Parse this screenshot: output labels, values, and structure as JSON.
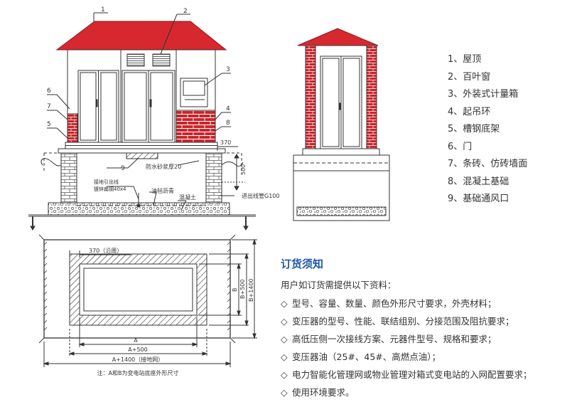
{
  "legend": [
    {
      "num": "1",
      "sep": "、",
      "label": "屋顶"
    },
    {
      "num": "2",
      "sep": "、",
      "label": "百叶窗"
    },
    {
      "num": "3",
      "sep": "、",
      "label": "外装式计量箱"
    },
    {
      "num": "4",
      "sep": "、",
      "label": "起吊环"
    },
    {
      "num": "5",
      "sep": "、",
      "label": "槽钢底架"
    },
    {
      "num": "6",
      "sep": "、",
      "label": "门"
    },
    {
      "num": "7",
      "sep": "、",
      "label": "条砖、仿砖墙面"
    },
    {
      "num": "8",
      "sep": "、",
      "label": "混凝土基础"
    },
    {
      "num": "9",
      "sep": "、",
      "label": "基础通风口"
    }
  ],
  "order": {
    "heading": "订货须知",
    "intro": "用户如订货需提供以下资料：",
    "bullet_glyph": "◇",
    "items": [
      "型号、容量、数量、颜色外形尺寸要求，外壳材料；",
      "变压器的型号、性能、联结组别、分接范围及阻抗要求；",
      "高低压侧一次接线方案、元器件型号、规格和要求；",
      "变压器油（25#、45#、高燃点油）；",
      "电力智能化管理网或物业管理对箱式变电站的入网配置要求；",
      "使用环境要求。"
    ]
  },
  "front_view": {
    "callouts": [
      "1",
      "2",
      "3",
      "4",
      "5",
      "6",
      "7",
      "8",
      "9"
    ],
    "dim_top": "370",
    "dim_depth": "500",
    "labels": {
      "mortar": "防水砂浆厚20",
      "ground_wire_1": "接地引出线",
      "ground_wire_2": "镀锌扁钢40x4",
      "asphalt": "油毡沥青",
      "concrete": "混凝土",
      "cable_pipe": "进出线管G100"
    }
  },
  "plan_view": {
    "dim_flange": "370（沿周）",
    "dim_a": "A",
    "dim_a500": "A+500",
    "dim_a1400": "A+1400（接地网）",
    "dim_b": "B",
    "dim_b500": "B+500",
    "dim_b1400": "B+1400",
    "note": "注：A和B为变电站底座外形尺寸"
  },
  "colors": {
    "roof": "#d7282f",
    "brick": "#c8262c",
    "line": "#333333",
    "heading": "#1f57a8"
  }
}
